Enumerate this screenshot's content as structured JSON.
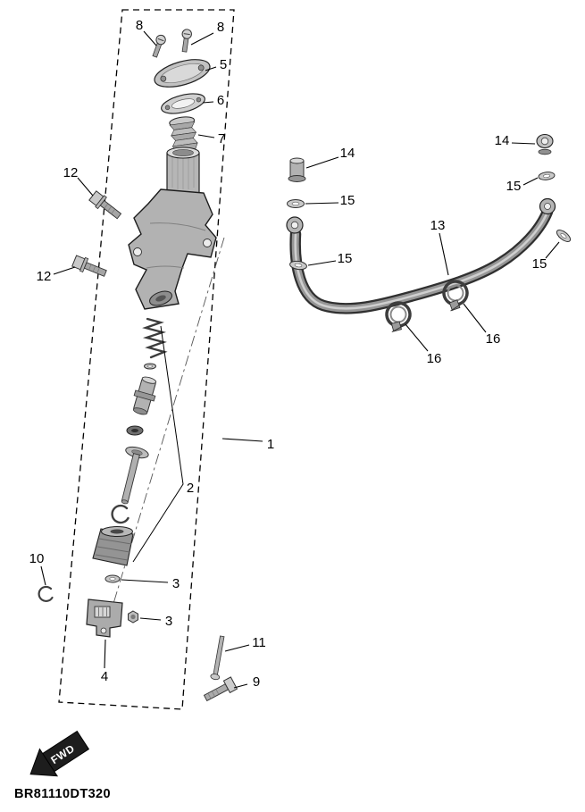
{
  "diagram": {
    "code": "BR81110DT320",
    "direction_label": "FWD",
    "colors": {
      "line": "#000000",
      "fill_light": "#c9c9c9",
      "fill_mid": "#a8a8a8",
      "fill_dark": "#707070"
    },
    "callouts": [
      {
        "label": "8",
        "ref": "cap-screw-left"
      },
      {
        "label": "8",
        "ref": "cap-screw-right"
      },
      {
        "label": "5",
        "ref": "reservoir-cap"
      },
      {
        "label": "6",
        "ref": "diaphragm-plate"
      },
      {
        "label": "7",
        "ref": "diaphragm"
      },
      {
        "label": "12",
        "ref": "mounting-bolt-upper"
      },
      {
        "label": "12",
        "ref": "mounting-bolt-lower"
      },
      {
        "label": "14",
        "ref": "union-fitting-left"
      },
      {
        "label": "15",
        "ref": "washer-left-upper"
      },
      {
        "label": "15",
        "ref": "washer-left-lower"
      },
      {
        "label": "13",
        "ref": "brake-hose"
      },
      {
        "label": "14",
        "ref": "union-fitting-right"
      },
      {
        "label": "15",
        "ref": "washer-right-upper"
      },
      {
        "label": "15",
        "ref": "washer-right-lower"
      },
      {
        "label": "16",
        "ref": "hose-clamp-left"
      },
      {
        "label": "16",
        "ref": "hose-clamp-right"
      },
      {
        "label": "1",
        "ref": "master-cylinder-assembly"
      },
      {
        "label": "2",
        "ref": "cylinder-repair-kit"
      },
      {
        "label": "3",
        "ref": "washer-joint"
      },
      {
        "label": "3",
        "ref": "nut-joint"
      },
      {
        "label": "10",
        "ref": "circlip"
      },
      {
        "label": "4",
        "ref": "rod-joint"
      },
      {
        "label": "11",
        "ref": "pin"
      },
      {
        "label": "9",
        "ref": "joint-bolt"
      }
    ]
  }
}
